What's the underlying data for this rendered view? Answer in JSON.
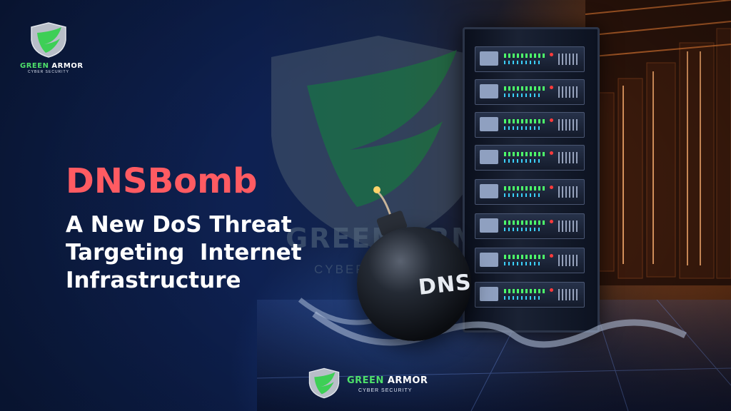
{
  "colors": {
    "title": "#ff5b62",
    "subtitle": "#ffffff",
    "brand_green": "#4ee06a",
    "background": "#0e2152"
  },
  "logo_top": {
    "name_green": "GREEN",
    "name_rest": " ARMOR",
    "tagline": "CYBER SECURITY",
    "icon": "shield-icon"
  },
  "headline": {
    "title": "DNSBomb",
    "line1": "A New DoS Threat",
    "line2": "Targeting  Internet",
    "line3": "Infrastructure"
  },
  "illustration": {
    "bomb_label": "DNS",
    "watermark_name": "GREEN ARMOR",
    "watermark_tagline": "CYBER SECURITY"
  },
  "logo_bottom": {
    "name_green": "GREEN",
    "name_rest": " ARMOR",
    "tagline": "CYBER SECURITY",
    "icon": "shield-icon"
  }
}
